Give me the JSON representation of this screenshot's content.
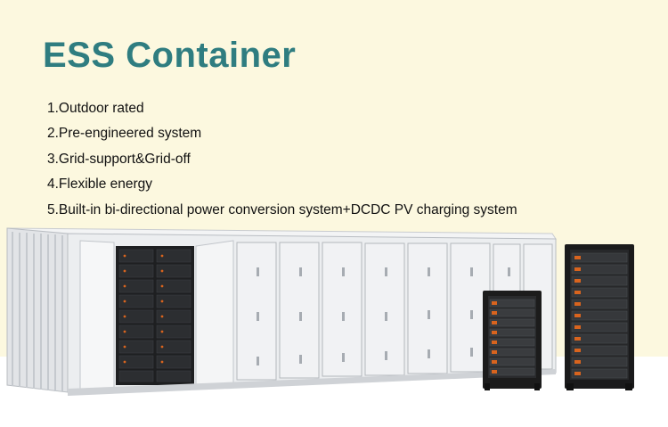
{
  "title": "ESS Container",
  "features": [
    "1.Outdoor rated",
    "2.Pre-engineered system",
    "3.Grid-support&Grid-off",
    "4.Flexible energy",
    "5.Built-in bi-directional power conversion system+DCDC PV charging system"
  ],
  "colors": {
    "background": "#fcf8df",
    "title": "#2f7d80",
    "text": "#111111",
    "container_body": "#e6e8ea",
    "rack_frame": "#1c1c1c",
    "battery_accent": "#d9641e"
  },
  "images": {
    "container": "ess-container-illustration",
    "small_rack": "battery-rack-small",
    "tall_rack": "battery-rack-tall"
  }
}
